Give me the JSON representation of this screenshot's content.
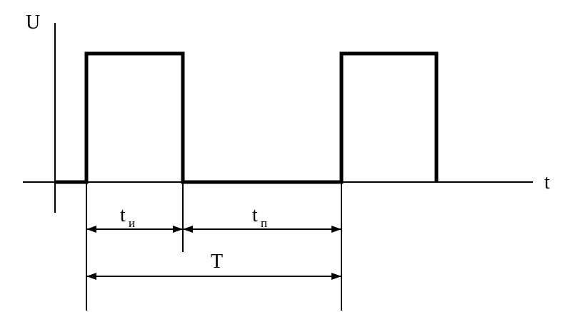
{
  "labels": {
    "y_axis": "U",
    "x_axis": "t",
    "pulse_width_main": "t",
    "pulse_width_sub": "и",
    "pause_main": "t",
    "pause_sub": "п",
    "period": "T"
  },
  "colors": {
    "stroke": "#000000",
    "background": "#ffffff"
  }
}
